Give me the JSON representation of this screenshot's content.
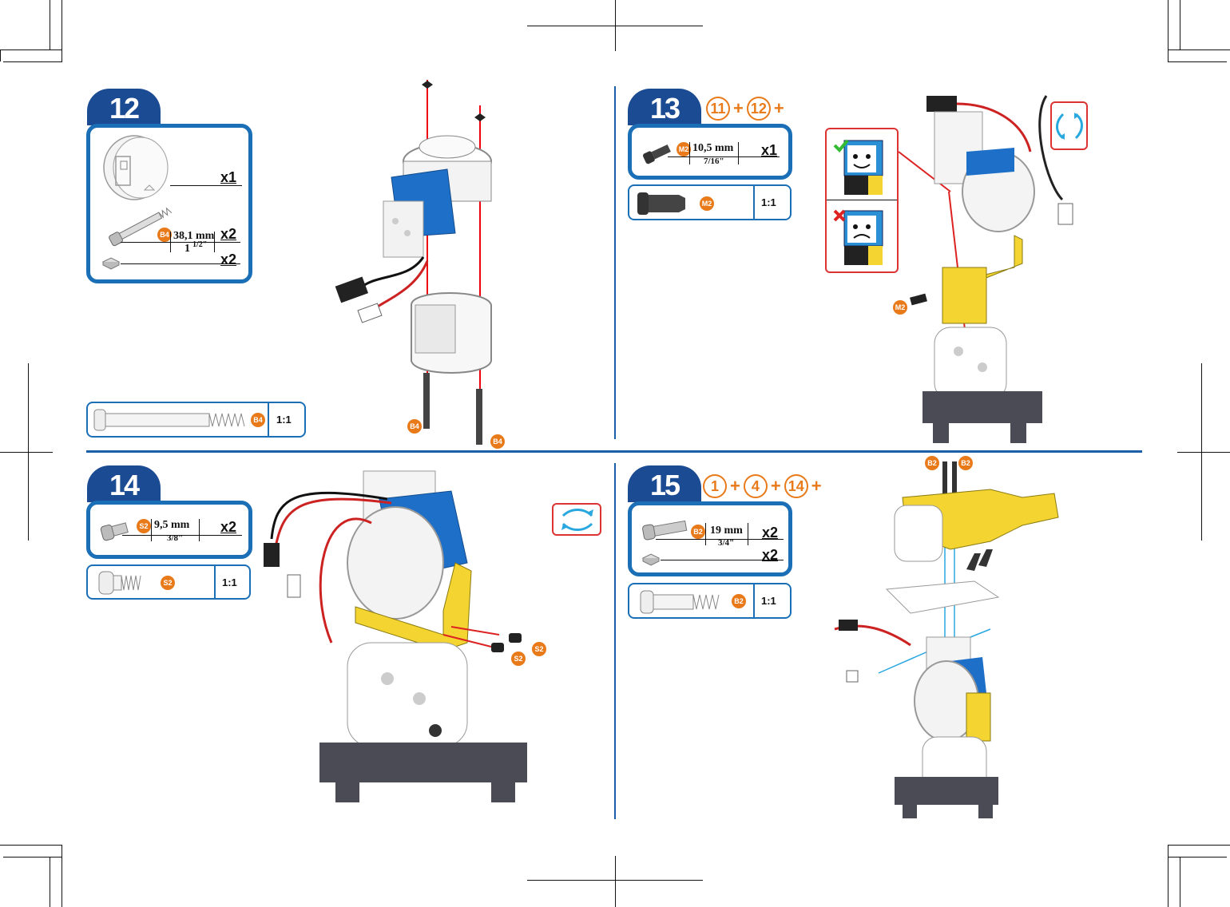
{
  "step12": {
    "number": "12",
    "parts": [
      {
        "icon": "rotor-disc-icon",
        "qty": "x1"
      },
      {
        "icon": "long-screw-icon",
        "badge": "B4",
        "mm": "38,1 mm",
        "inch_whole": "1",
        "inch_frac": "1/2\"",
        "qty": "x2"
      },
      {
        "icon": "square-nut-icon",
        "qty": "x2"
      }
    ],
    "scale": {
      "badge": "B4",
      "ratio": "1:1"
    },
    "callouts": [
      "B4",
      "B4"
    ]
  },
  "step13": {
    "number": "13",
    "combine": [
      "11",
      "12"
    ],
    "parts": [
      {
        "icon": "short-screw-icon",
        "badge": "M2",
        "mm": "10,5 mm",
        "inch": "7/16\"",
        "qty": "x1"
      }
    ],
    "scale": {
      "badge": "M2",
      "ratio": "1:1"
    },
    "callouts": [
      "M2"
    ]
  },
  "step14": {
    "number": "14",
    "parts": [
      {
        "icon": "screw-icon",
        "badge": "S2",
        "mm": "9,5 mm",
        "inch": "3/8\"",
        "qty": "x2"
      }
    ],
    "scale": {
      "badge": "S2",
      "ratio": "1:1"
    },
    "callouts": [
      "S2",
      "S2"
    ]
  },
  "step15": {
    "number": "15",
    "combine": [
      "1",
      "4",
      "14"
    ],
    "parts": [
      {
        "icon": "screw-icon",
        "badge": "B2",
        "mm": "19 mm",
        "inch": "3/4\"",
        "qty": "x2"
      },
      {
        "icon": "square-nut-icon",
        "qty": "x2"
      }
    ],
    "scale": {
      "badge": "B2",
      "ratio": "1:1"
    },
    "callouts": [
      "B2",
      "B2"
    ]
  },
  "colors": {
    "step_tab": "#1b4b93",
    "frame": "#1b6fb7",
    "accent_orange": "#e87a1a",
    "highlight_red": "#d33333",
    "rotate_arrow": "#29a8e0"
  }
}
